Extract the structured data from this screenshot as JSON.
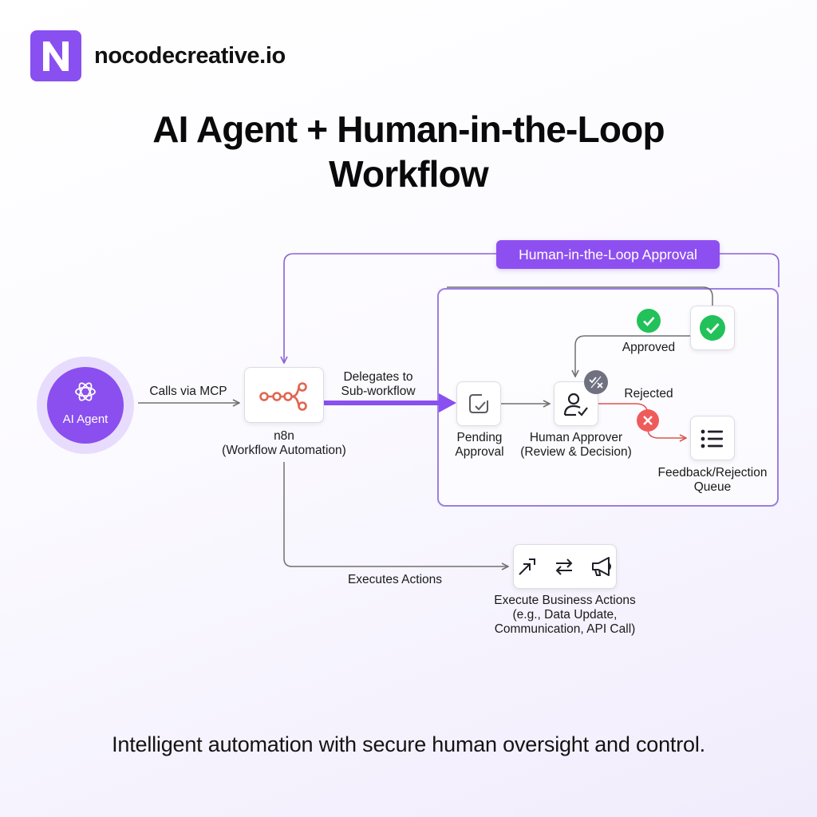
{
  "brand": {
    "logo_letter": "N",
    "name": "nocodecreative.io",
    "color": "#8a4ff0"
  },
  "title": {
    "line1": "AI Agent + Human-in-the-Loop",
    "line2": "Workflow"
  },
  "diagram": {
    "section_label": "Human-in-the-Loop Approval",
    "nodes": {
      "agent": {
        "label": "AI Agent",
        "icon": "openai-icon"
      },
      "n8n": {
        "line1": "n8n",
        "line2": "(Workflow Automation)",
        "icon": "n8n-icon"
      },
      "pending": {
        "line1": "Pending",
        "line2": "Approval",
        "icon": "pending-check-icon"
      },
      "approver": {
        "line1": "Human Approver",
        "line2": "(Review & Decision)",
        "icon": "user-check-icon"
      },
      "approved": {
        "icon": "check-circle-icon"
      },
      "queue": {
        "line1": "Feedback/Rejection",
        "line2": "Queue",
        "icon": "list-icon"
      },
      "actions": {
        "line1": "Execute Business Actions",
        "line2": "(e.g., Data Update,",
        "line3": "Communication, API Call)",
        "icons": [
          "cursor-arrow-icon",
          "swap-arrows-icon",
          "megaphone-icon"
        ]
      }
    },
    "edges": {
      "calls": "Calls via MCP",
      "delegates_1": "Delegates to",
      "delegates_2": "Sub-workflow",
      "approved": "Approved",
      "rejected": "Rejected",
      "executes": "Executes Actions"
    },
    "colors": {
      "accent": "#8a4ff0",
      "approved": "#22c15a",
      "rejected": "#ef5b5b",
      "n8n": "#e0664f",
      "neutral_line": "#707070"
    }
  },
  "tagline": "Intelligent automation with secure human oversight and control."
}
